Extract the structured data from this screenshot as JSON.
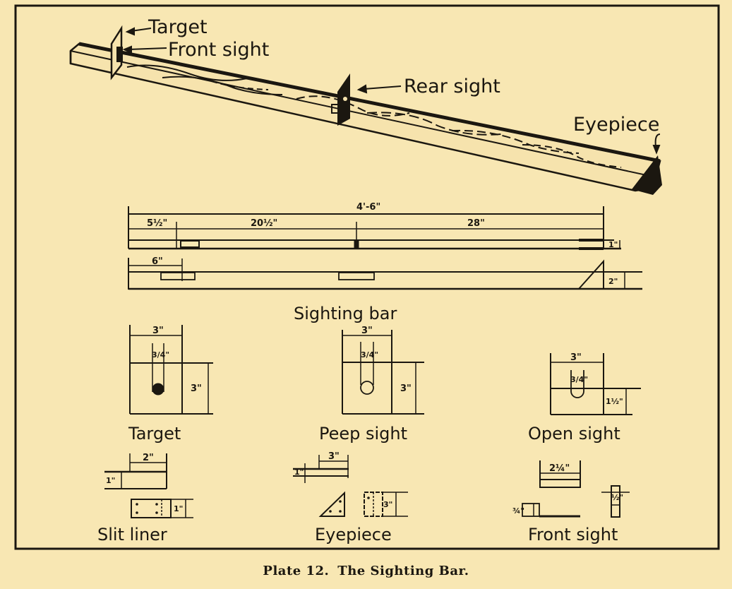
{
  "colors": {
    "paper": "#f8e7b3",
    "ink": "#1b1710"
  },
  "perspective": {
    "labels": {
      "target": "Target",
      "front_sight": "Front sight",
      "rear_sight": "Rear sight",
      "eyepiece": "Eyepiece"
    }
  },
  "plan": {
    "overall_length": "4'-6\"",
    "segments": [
      "5½\"",
      "20½\"",
      "28\""
    ],
    "eyepiece_offset": "6\"",
    "thickness": "1\"",
    "height": "2\"",
    "title": "Sighting bar"
  },
  "details": {
    "target": {
      "label": "Target",
      "width": "3\"",
      "slot": "3/4\"",
      "height": "3\""
    },
    "peep_sight": {
      "label": "Peep sight",
      "width": "3\"",
      "slot": "3/4\"",
      "height": "3\""
    },
    "open_sight": {
      "label": "Open sight",
      "width": "3\"",
      "slot": "3/4\"",
      "height": "1½\""
    },
    "slit_liner": {
      "label": "Slit liner",
      "width": "2\"",
      "thickness": "1\"",
      "side": "1\""
    },
    "eyepiece": {
      "label": "Eyepiece",
      "width": "3\"",
      "thickness": "1\"",
      "side": "3\""
    },
    "front_sight": {
      "label": "Front sight",
      "width": "2¼\"",
      "slot": "½\"",
      "side": "¾\""
    }
  },
  "caption": {
    "plate": "Plate 12.",
    "title": "The Sighting Bar."
  }
}
